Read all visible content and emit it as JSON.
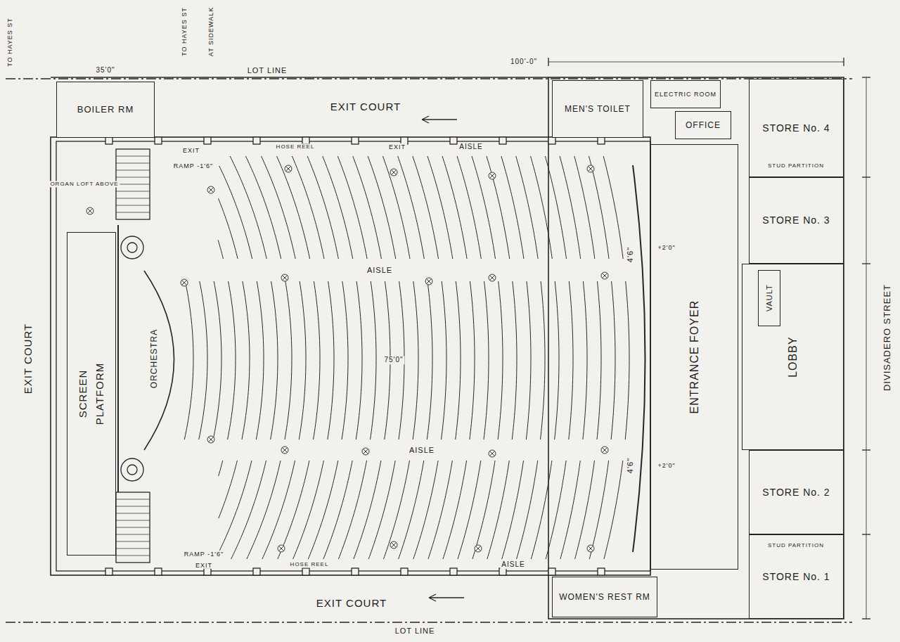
{
  "diagram": {
    "nodes": [
      {
        "text": [
          "BOILER RM"
        ]
      },
      {
        "text": [
          "MEN'S TOILET"
        ]
      },
      {
        "text": [
          "ELECTRIC ROOM"
        ]
      },
      {
        "text": [
          "OFFICE"
        ]
      },
      {
        "text": [
          "STORE No. 4"
        ]
      },
      {
        "text": [
          "SCREEN",
          "PLATFORM"
        ]
      },
      {
        "text": [
          "STORE No. 3"
        ]
      },
      {
        "text": [
          "ENTRANCE FOYER"
        ]
      },
      {
        "text": [
          "LOBBY"
        ]
      },
      {
        "text": [
          "VAULT"
        ],
        "in": 8
      },
      {
        "text": [
          "STORE No. 2"
        ]
      },
      {
        "text": [
          "WOMEN'S REST RM"
        ]
      },
      {
        "text": [
          "STORE No. 1"
        ]
      }
    ],
    "edges": [],
    "labels": [
      "TO HAYES ST",
      "TO HAYES ST",
      "AT SIDEWALK",
      "LOT LINE",
      "100'-0\"",
      "35'0\"",
      "EXIT COURT",
      "EXIT COURT",
      "EXIT COURT",
      "LOT LINE",
      "ORGAN LOFT ABOVE",
      "EXIT",
      "RAMP -1'6\"",
      "HOSE REEL",
      "EXIT",
      "AISLE",
      "AISLE",
      "ORCHESTRA",
      "75'0\"",
      "AISLE",
      "AISLE",
      "HOSE REEL",
      "EXIT",
      "RAMP -1'6\"",
      "4'6\"",
      "4'6\"",
      "+2'0\"",
      "+2'0\"",
      "STUD PARTITION",
      "STUD PARTITION",
      "DIVISADERO STREET"
    ]
  }
}
